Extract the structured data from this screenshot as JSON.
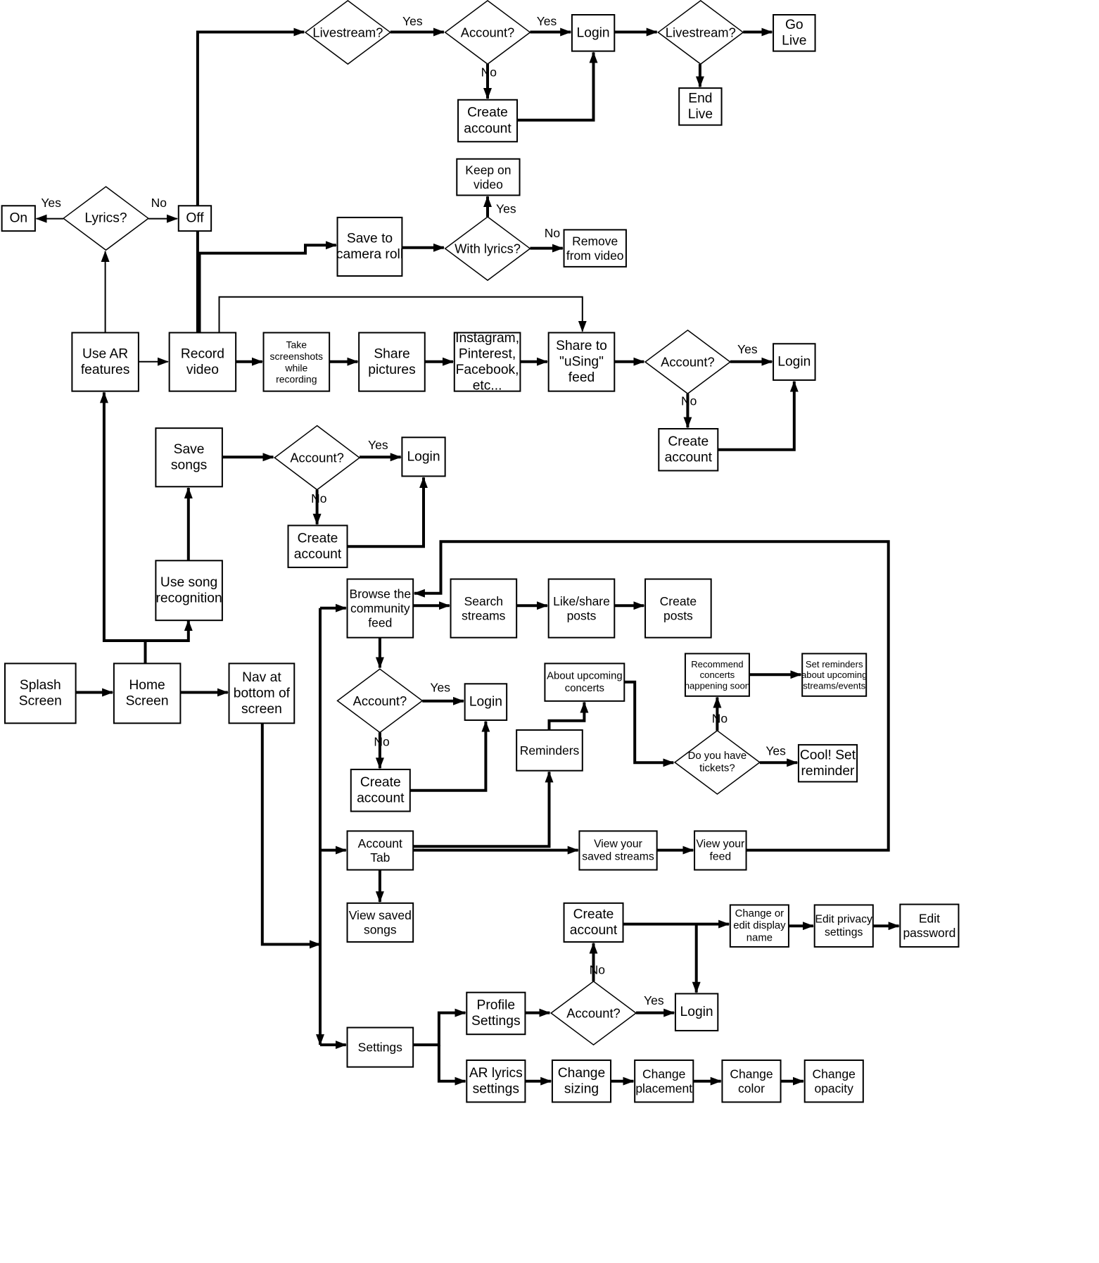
{
  "nodes": {
    "splash": [
      "Splash",
      "Screen"
    ],
    "home": [
      "Home",
      "Screen"
    ],
    "nav": [
      "Nav at",
      "bottom of",
      "screen"
    ],
    "song_recog": [
      "Use song",
      "recognition"
    ],
    "save_songs": [
      "Save",
      "songs"
    ],
    "acc_save_songs": [
      "Account?"
    ],
    "login_save_songs": [
      "Login"
    ],
    "create_save_songs": [
      "Create",
      "account"
    ],
    "use_ar": [
      "Use AR",
      "features"
    ],
    "lyrics_q": [
      "Lyrics?"
    ],
    "on": [
      "On"
    ],
    "off": [
      "Off"
    ],
    "record": [
      "Record",
      "video"
    ],
    "screenshots": [
      "Take",
      "screenshots",
      "while",
      "recording"
    ],
    "share_pics": [
      "Share",
      "pictures"
    ],
    "insta": [
      "Instagram,",
      "Pinterest,",
      "Facebook,",
      "etc..."
    ],
    "share_using": [
      "Share to",
      "\"uSing\"",
      "feed"
    ],
    "acc_share": [
      "Account?"
    ],
    "login_share": [
      "Login"
    ],
    "create_share": [
      "Create",
      "account"
    ],
    "save_roll": [
      "Save to",
      "camera roll"
    ],
    "with_lyrics": [
      "With lyrics?"
    ],
    "keep_video": [
      "Keep on",
      "video"
    ],
    "remove_video": [
      "Remove",
      "from video"
    ],
    "livestream_q1": [
      "Livestream?"
    ],
    "acc_live": [
      "Account?"
    ],
    "login_live": [
      "Login"
    ],
    "create_live": [
      "Create",
      "account"
    ],
    "livestream_q2": [
      "Livestream?"
    ],
    "go_live": [
      "Go",
      "Live"
    ],
    "end_live": [
      "End",
      "Live"
    ],
    "browse": [
      "Browse the",
      "community",
      "feed"
    ],
    "search": [
      "Search",
      "streams"
    ],
    "like_share": [
      "Like/share",
      "posts"
    ],
    "create_posts": [
      "Create",
      "posts"
    ],
    "acc_browse": [
      "Account?"
    ],
    "login_browse": [
      "Login"
    ],
    "create_browse": [
      "Create",
      "account"
    ],
    "reminders": [
      "Reminders"
    ],
    "upcoming": [
      "About upcoming",
      "concerts"
    ],
    "tickets_q": [
      "Do you have",
      "tickets?"
    ],
    "recommend": [
      "Recommend",
      "concerts",
      "happening soon"
    ],
    "set_rem_events": [
      "Set reminders",
      "about upcoming",
      "streams/events"
    ],
    "cool": [
      "Cool! Set",
      "reminder"
    ],
    "account_tab": [
      "Account",
      "Tab"
    ],
    "view_saved_streams": [
      "View your",
      "saved streams"
    ],
    "view_feed": [
      "View your",
      "feed"
    ],
    "view_saved_songs": [
      "View saved",
      "songs"
    ],
    "settings": [
      "Settings"
    ],
    "profile_settings": [
      "Profile",
      "Settings"
    ],
    "acc_profile": [
      "Account?"
    ],
    "login_profile": [
      "Login"
    ],
    "create_profile": [
      "Create",
      "account"
    ],
    "display_name": [
      "Change or",
      "edit display",
      "name"
    ],
    "privacy": [
      "Edit privacy",
      "settings"
    ],
    "password": [
      "Edit",
      "password"
    ],
    "ar_lyrics": [
      "AR lyrics",
      "settings"
    ],
    "sizing": [
      "Change",
      "sizing"
    ],
    "placement": [
      "Change",
      "placement"
    ],
    "color": [
      "Change",
      "color"
    ],
    "opacity": [
      "Change",
      "opacity"
    ]
  },
  "edge_labels": {
    "lyrics_yes": "Yes",
    "lyrics_no": "No",
    "live1_yes": "Yes",
    "live_acc_yes": "Yes",
    "live_acc_no": "No",
    "with_lyrics_yes": "Yes",
    "with_lyrics_no": "No",
    "share_acc_yes": "Yes",
    "share_acc_no": "No",
    "songs_acc_yes": "Yes",
    "songs_acc_no": "No",
    "browse_acc_yes": "Yes",
    "browse_acc_no": "No",
    "tickets_yes": "Yes",
    "tickets_no": "No",
    "profile_acc_yes": "Yes",
    "profile_acc_no": "No"
  }
}
